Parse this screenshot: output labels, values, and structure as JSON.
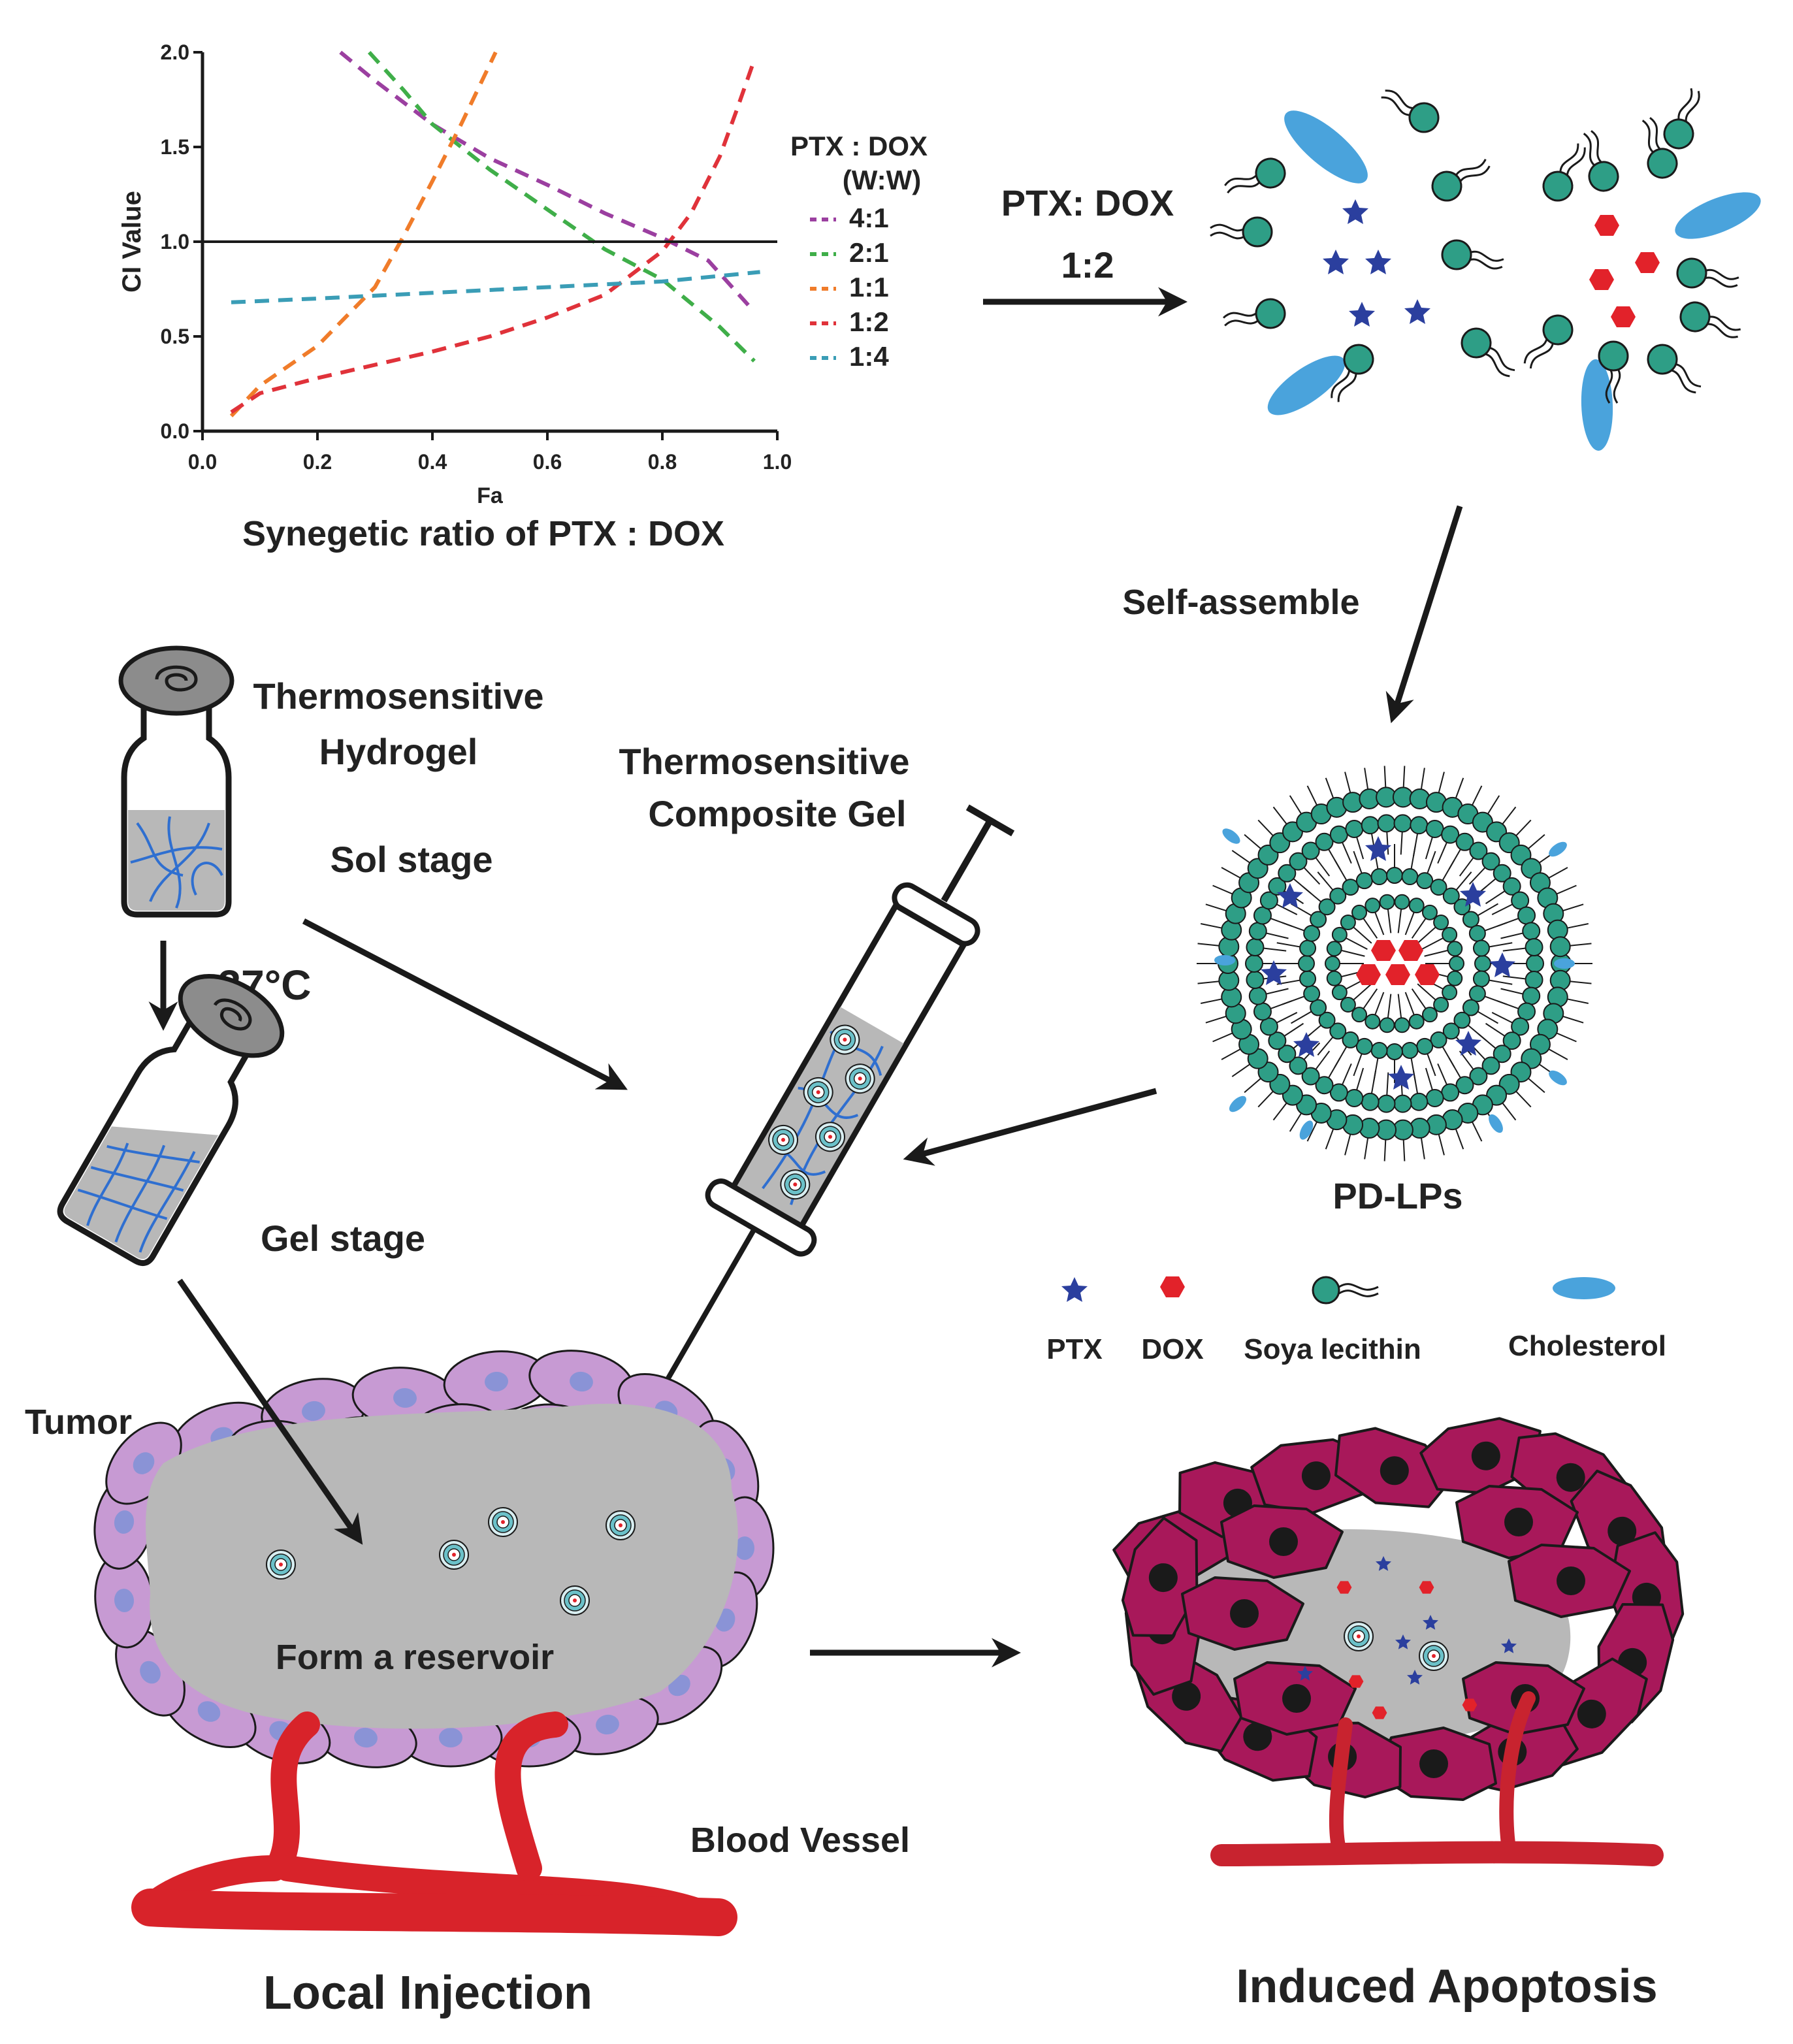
{
  "chart_data": {
    "type": "line",
    "title": "",
    "xlabel": "Fa",
    "ylabel": "CI Value",
    "xlim": [
      0.0,
      1.0
    ],
    "ylim": [
      0.0,
      2.0
    ],
    "x_ticks": [
      "0.0",
      "0.2",
      "0.4",
      "0.6",
      "0.8",
      "1.0"
    ],
    "y_ticks": [
      "0.0",
      "0.5",
      "1.0",
      "1.5",
      "2.0"
    ],
    "reference_line": 1.0,
    "legend_title_1": "PTX : DOX",
    "legend_title_2": "(W:W)",
    "legend_position": "right",
    "series": [
      {
        "name": "4:1",
        "color": "#9b3fa0",
        "x": [
          0.24,
          0.3,
          0.4,
          0.5,
          0.6,
          0.7,
          0.8,
          0.88,
          0.96
        ],
        "y": [
          2.0,
          1.85,
          1.62,
          1.44,
          1.3,
          1.15,
          1.02,
          0.9,
          0.63
        ]
      },
      {
        "name": "2:1",
        "color": "#3fae49",
        "x": [
          0.29,
          0.35,
          0.4,
          0.5,
          0.6,
          0.7,
          0.8,
          0.9,
          0.96
        ],
        "y": [
          2.0,
          1.8,
          1.62,
          1.38,
          1.17,
          0.96,
          0.8,
          0.55,
          0.37
        ]
      },
      {
        "name": "1:1",
        "color": "#f07c2a",
        "x": [
          0.05,
          0.1,
          0.2,
          0.3,
          0.35,
          0.4,
          0.45,
          0.51
        ],
        "y": [
          0.08,
          0.24,
          0.45,
          0.76,
          1.03,
          1.32,
          1.62,
          2.0
        ]
      },
      {
        "name": "1:2",
        "color": "#e0323a",
        "x": [
          0.05,
          0.1,
          0.2,
          0.3,
          0.4,
          0.5,
          0.6,
          0.7,
          0.8,
          0.85,
          0.9,
          0.93,
          0.96
        ],
        "y": [
          0.1,
          0.2,
          0.28,
          0.35,
          0.42,
          0.5,
          0.6,
          0.72,
          0.95,
          1.15,
          1.45,
          1.7,
          1.96
        ]
      },
      {
        "name": "1:4",
        "color": "#3a9db6",
        "x": [
          0.05,
          0.2,
          0.4,
          0.6,
          0.8,
          0.97
        ],
        "y": [
          0.68,
          0.7,
          0.73,
          0.76,
          0.79,
          0.84
        ]
      }
    ]
  },
  "labels": {
    "chart_caption": "Synegetic ratio of PTX : DOX",
    "ratio_line1": "PTX: DOX",
    "ratio_line2": "1:2",
    "self_assemble": "Self-assemble",
    "hydrogel_line1": "Thermosensitive",
    "hydrogel_line2": "Hydrogel",
    "sol_stage": "Sol stage",
    "temperature": "37°C",
    "gel_stage": "Gel stage",
    "composite_line1": "Thermosensitive",
    "composite_line2": "Composite Gel",
    "pdlps": "PD-LPs",
    "tumor": "Tumor",
    "reservoir": "Form a reservoir",
    "blood_vessel": "Blood Vessel",
    "local_injection": "Local Injection",
    "induced_apoptosis": "Induced Apoptosis"
  },
  "legend": {
    "ptx": "PTX",
    "dox": "DOX",
    "soya": "Soya lecithin",
    "cholesterol": "Cholesterol"
  },
  "colors": {
    "ptx": "#2b3f9e",
    "dox": "#e2222a",
    "lecithin": "#2e9e86",
    "cholesterol": "#4aa3dc",
    "tumor_cell": "#c79ad3",
    "apoptotic_cell": "#a8185a",
    "vessel": "#d8232a",
    "gel": "#b8b8b8"
  }
}
